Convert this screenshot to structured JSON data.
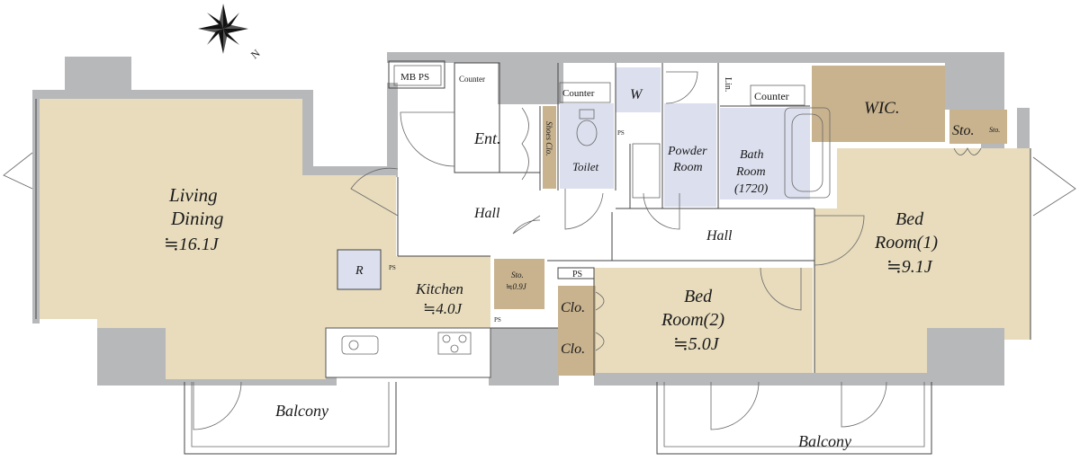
{
  "colors": {
    "wall": "#b7b8ba",
    "room_tan": "#e8dcbd",
    "closet_brown": "#c9b38e",
    "wet_blue": "#dcdfee",
    "white": "#ffffff"
  },
  "compass": {
    "north_label": "N"
  },
  "rooms": {
    "living": {
      "name1": "Living",
      "name2": "Dining",
      "size": "≒16.1J"
    },
    "kitchen": {
      "name": "Kitchen",
      "size": "≒4.0J"
    },
    "bed1": {
      "name1": "Bed",
      "name2": "Room(1)",
      "size": "≒9.1J"
    },
    "bed2": {
      "name1": "Bed",
      "name2": "Room(2)",
      "size": "≒5.0J"
    },
    "entrance": "Ent.",
    "hall_upper": "Hall",
    "hall_right": "Hall",
    "toilet": "Toilet",
    "powder": {
      "name1": "Powder",
      "name2": "Room"
    },
    "bath": {
      "name1": "Bath",
      "name2": "Room",
      "size": "(1720)"
    },
    "wic": "WIC.",
    "sto_big": "Sto.",
    "sto_small": "Sto.",
    "sto_hall": {
      "name": "Sto.",
      "size": "≒0.9J"
    },
    "clo1": "Clo.",
    "clo2": "Clo.",
    "shoes_clo": "Shoes Clo."
  },
  "fixtures": {
    "mbps": "MB PS",
    "counter_ent": "Counter",
    "counter_toilet": "Counter",
    "counter_bath": "Counter",
    "washer": "W",
    "linen": "Lin.",
    "fridge": "R",
    "ps_kitchen": "PS",
    "ps_kitchen_low": "PS",
    "ps_toilet": "PS",
    "ps_hall": "PS"
  },
  "balconies": {
    "left": "Balcony",
    "right": "Balcony"
  }
}
